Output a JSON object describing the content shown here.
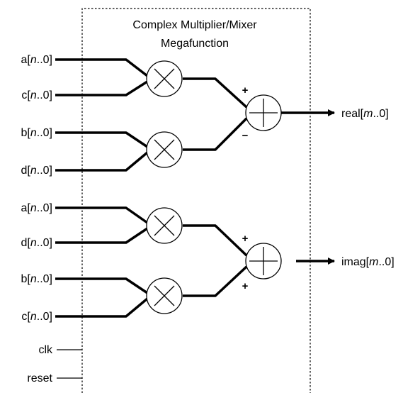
{
  "block": {
    "title_line1": "Complex Multiplier/Mixer",
    "title_line2": "Megafunction"
  },
  "inputs": [
    {
      "pre": "a[",
      "var": "n",
      "post": "..0]"
    },
    {
      "pre": "c[",
      "var": "n",
      "post": "..0]"
    },
    {
      "pre": "b[",
      "var": "n",
      "post": "..0]"
    },
    {
      "pre": "d[",
      "var": "n",
      "post": "..0]"
    },
    {
      "pre": "a[",
      "var": "n",
      "post": "..0]"
    },
    {
      "pre": "d[",
      "var": "n",
      "post": "..0]"
    },
    {
      "pre": "b[",
      "var": "n",
      "post": "..0]"
    },
    {
      "pre": "c[",
      "var": "n",
      "post": "..0]"
    }
  ],
  "controls": [
    "clk",
    "reset"
  ],
  "outputs": [
    {
      "pre": "real[",
      "var": "m",
      "post": "..0]"
    },
    {
      "pre": "imag[",
      "var": "m",
      "post": "..0]"
    }
  ],
  "signs": {
    "real_top": "+",
    "real_bottom": "−",
    "imag_top": "+",
    "imag_bottom": "+"
  }
}
